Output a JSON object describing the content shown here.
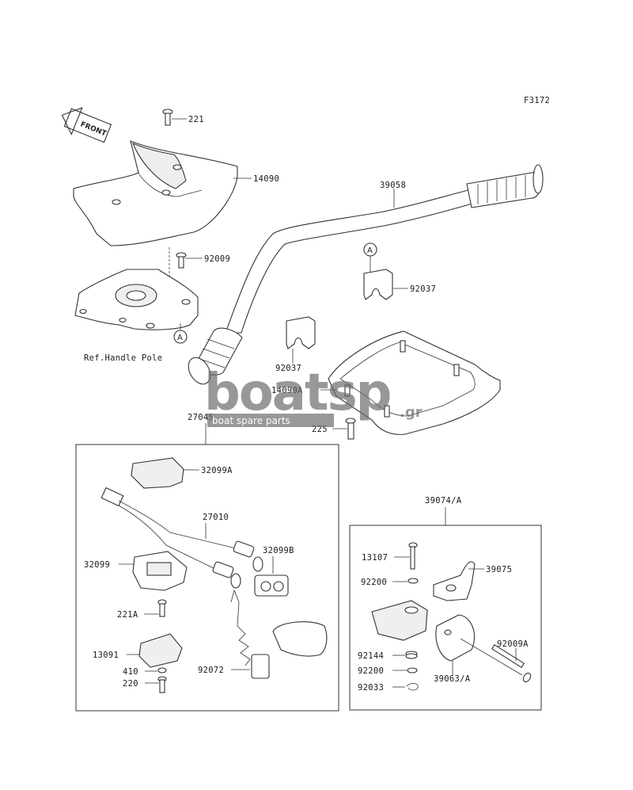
{
  "diagram_code": "F3172",
  "front_label": "FRONT",
  "ref_note": "Ref.Handle Pole",
  "callout_letter": "A",
  "watermark": {
    "brand": "boatsp",
    "tld": ".gr",
    "tagline": "boat spare parts",
    "color": "#6d6d6d"
  },
  "parts": {
    "p221": "221",
    "p14090": "14090",
    "p92009": "92009",
    "p39058": "39058",
    "p92037a": "92037",
    "p92037b": "92037",
    "p14090A": "14090A",
    "p225": "225",
    "p27045": "27045",
    "p32099A": "32099A",
    "p27010": "27010",
    "p32099B": "32099B",
    "p32099": "32099",
    "p221A": "221A",
    "p13091": "13091",
    "p410": "410",
    "p220": "220",
    "p92072": "92072",
    "p39074": "39074/A",
    "p13107": "13107",
    "p39075": "39075",
    "p92200a": "92200",
    "p92144": "92144",
    "p92200b": "92200",
    "p92033": "92033",
    "p92009A": "92009A",
    "p39063": "39063/A"
  }
}
